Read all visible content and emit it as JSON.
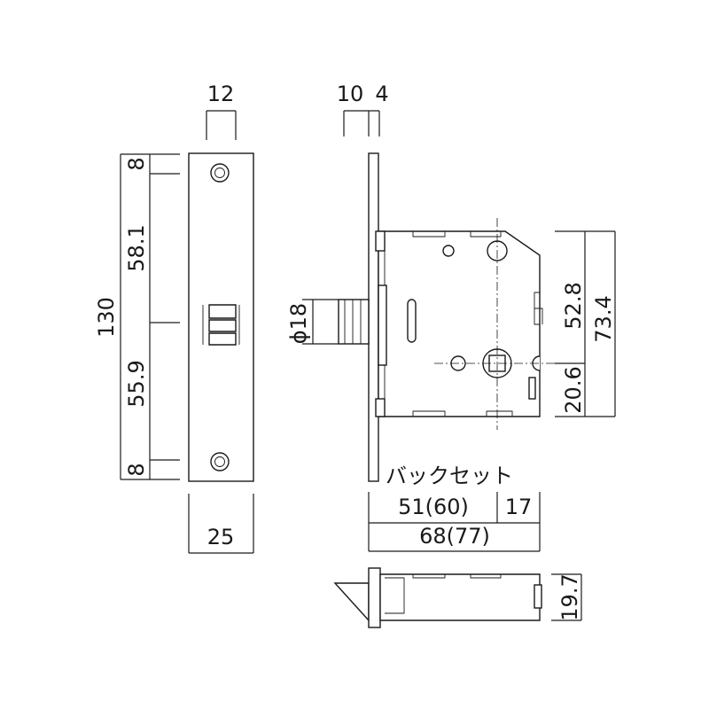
{
  "front_view": {
    "width_top": "12",
    "width_bottom": "25",
    "height_total": "130",
    "seg_top": "8",
    "seg_upper": "58.1",
    "seg_lower": "55.9",
    "seg_bottom": "8"
  },
  "side_view": {
    "width_a": "10",
    "width_b": "4",
    "knob_diameter": "ϕ18",
    "height_inner": "52.8",
    "height_outer": "73.4",
    "height_lower": "20.6",
    "backset_label": "バックセット",
    "backset_value": "51(60)",
    "backset_extra": "17",
    "total_depth": "68(77)"
  },
  "bottom_view": {
    "thickness": "19.7"
  }
}
